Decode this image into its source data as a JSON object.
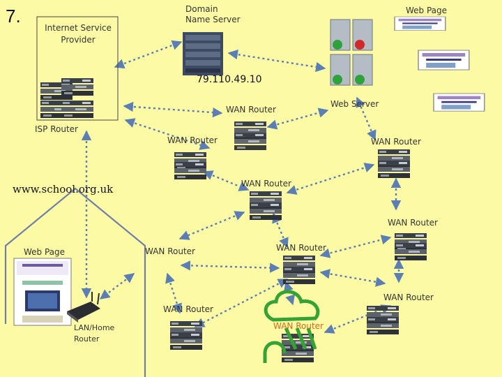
{
  "slide_number": "7.",
  "labels": {
    "internet_service_provider": "Internet Service Provider",
    "domain_name_server": "Domain Name Server",
    "web_page_top": "Web Page",
    "ip_address": "79.110.49.10",
    "web_server": "Web Server",
    "isp_router": "ISP Router",
    "wan_router": "WAN Router",
    "school_url": "www.school.org.uk",
    "web_page_home": "Web Page",
    "lan_home_router": "LAN/Home Router"
  },
  "colors": {
    "background": "#fdfaa6",
    "connection_line": "#5b7fb5",
    "house_outline": "#6e7fa8",
    "isp_box_outline": "#444444",
    "cloud": "#33a333",
    "highlight_text": "#d46a1a"
  },
  "icons": [
    "server-tower-icon",
    "web-server-rack-icon",
    "router-stack-icon",
    "wireless-router-icon",
    "cloud-icon",
    "webpage-thumbnail-icon"
  ]
}
